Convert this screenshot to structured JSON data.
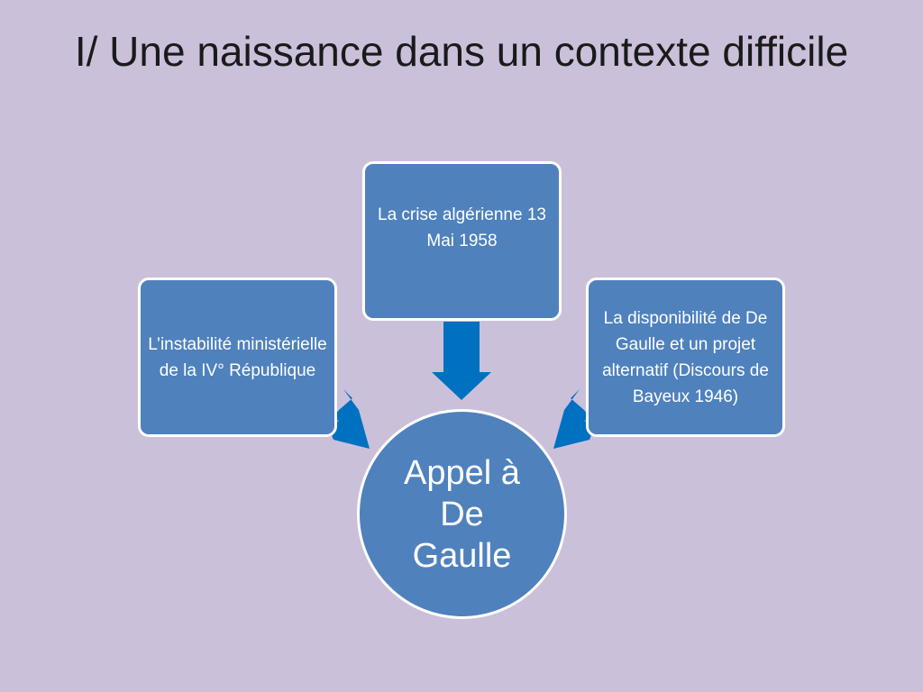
{
  "slide": {
    "title": "I/ Une naissance dans un contexte difficile",
    "box_left": "L’instabilité ministérielle de la IV° République",
    "box_top": "La crise algérienne 13 Mai 1958",
    "box_right": "La disponibilité de De Gaulle et un projet alternatif (Discours de Bayeux 1946)",
    "center": "Appel à De Gaulle"
  },
  "colors": {
    "background": "#cbc0da",
    "box_fill": "#4f81bd",
    "border": "#ffffff",
    "arrow": "#0070c0"
  }
}
